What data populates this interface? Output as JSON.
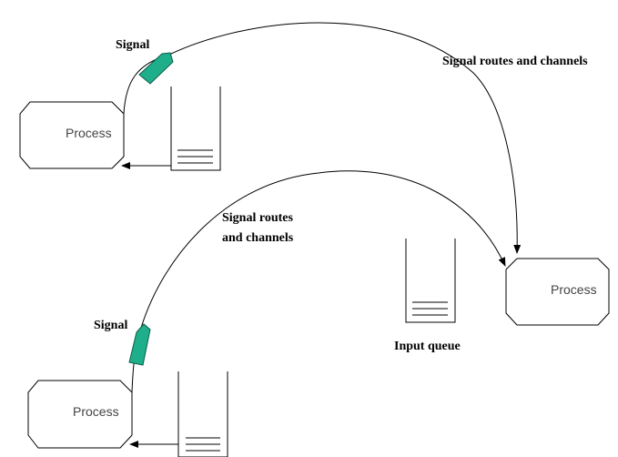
{
  "processes": [
    {
      "label": "Process"
    },
    {
      "label": "Process"
    },
    {
      "label": "Process"
    }
  ],
  "signals": [
    {
      "label": "Signal"
    },
    {
      "label": "Signal"
    }
  ],
  "routes": [
    {
      "label": "Signal routes and channels"
    },
    {
      "label_line1": "Signal routes",
      "label_line2": "and channels"
    }
  ],
  "input_queue": {
    "label": "Input queue"
  },
  "colors": {
    "line": "#000000",
    "signal_fill": "#1fae8a",
    "signal_stroke": "#0b5e4a",
    "text": "#000000",
    "process_text": "#444444"
  }
}
